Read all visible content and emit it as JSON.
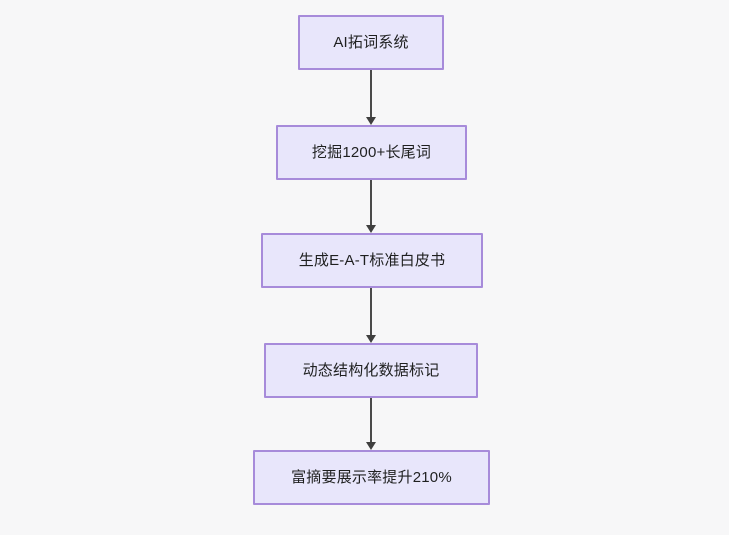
{
  "diagram": {
    "type": "flowchart",
    "direction": "top-to-bottom",
    "background_color": "#f7f7f8",
    "node_fill_color": "#e8e6fb",
    "node_border_color": "#a78bda",
    "node_text_color": "#1f2020",
    "edge_color": "#4a4a4a",
    "nodes": [
      {
        "id": "n1",
        "label": "AI拓词系统"
      },
      {
        "id": "n2",
        "label": "挖掘1200+长尾词"
      },
      {
        "id": "n3",
        "label": "生成E-A-T标准白皮书"
      },
      {
        "id": "n4",
        "label": "动态结构化数据标记"
      },
      {
        "id": "n5",
        "label": "富摘要展示率提升210%"
      }
    ],
    "edges": [
      {
        "id": "e1",
        "from": "n1",
        "to": "n2",
        "label": ""
      },
      {
        "id": "e2",
        "from": "n2",
        "to": "n3",
        "label": ""
      },
      {
        "id": "e3",
        "from": "n3",
        "to": "n4",
        "label": ""
      },
      {
        "id": "e4",
        "from": "n4",
        "to": "n5",
        "label": ""
      }
    ]
  }
}
